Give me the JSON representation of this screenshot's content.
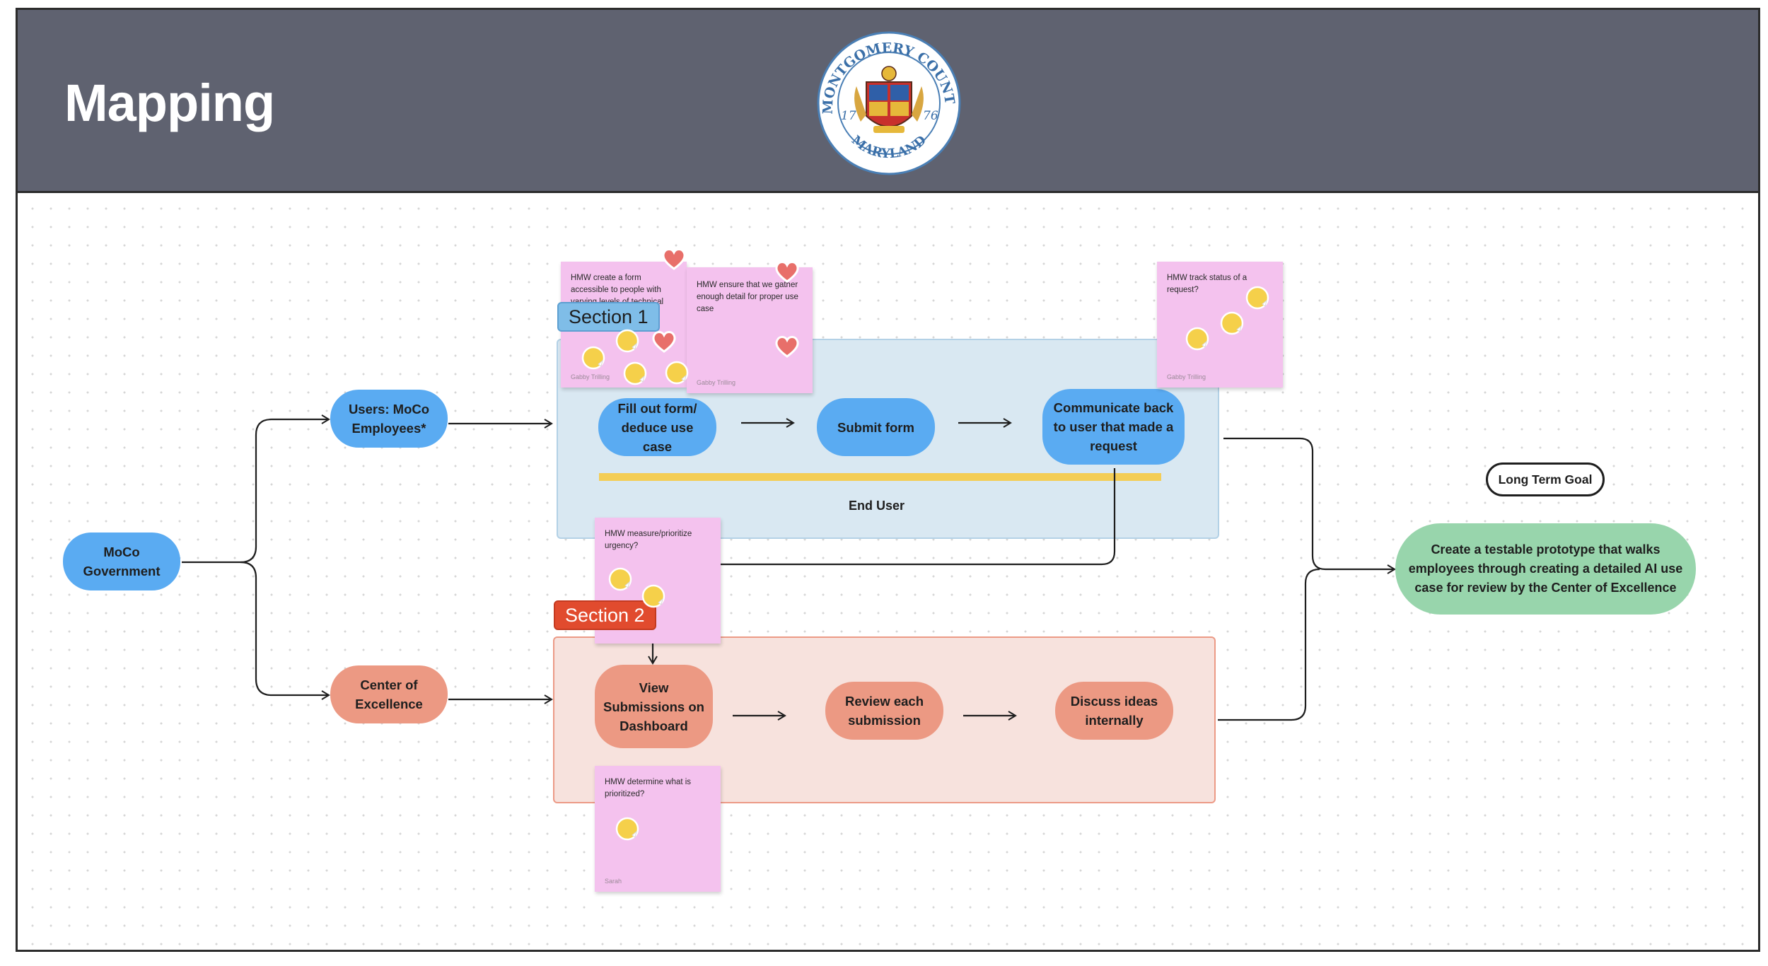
{
  "header": {
    "title": "Mapping",
    "seal_text_top": "MONTGOMERY COUNTY",
    "seal_text_bottom": "MARYLAND",
    "seal_year_left": "17",
    "seal_year_right": "76"
  },
  "nodes": {
    "moco_government": "MoCo\nGovernment",
    "users": "Users: MoCo\nEmployees*",
    "center": "Center of\nExcellence",
    "fill_form": "Fill out form/\ndeduce use case",
    "submit_form": "Submit form",
    "communicate": "Communicate back\nto user that made a\nrequest",
    "view_submissions": "View\nSubmissions on\nDashboard",
    "review": "Review each\nsubmission",
    "discuss": "Discuss ideas\ninternally",
    "long_term_goal": "Long Term Goal",
    "goal": "Create a testable prototype that walks\nemployees through creating a detailed AI use\ncase for review by the Center of Excellence"
  },
  "sections": {
    "section1": "Section 1",
    "section2": "Section 2",
    "end_user": "End User"
  },
  "stickies": [
    {
      "text": "HMW create a form accessible to people with varying levels of technical",
      "author": "Gabby Trilling"
    },
    {
      "text": "HMW ensure that we gather enough detail for proper use case",
      "author": "Gabby Trilling"
    },
    {
      "text": "HMW track status of a request?",
      "author": "Gabby Trilling"
    },
    {
      "text": "HMW measure/prioritize urgency?",
      "author": ""
    },
    {
      "text": "HMW determine what is prioritized?",
      "author": "Sarah"
    }
  ],
  "colors": {
    "header": "#5f6270",
    "blue_node": "#5aabf2",
    "salmon_node": "#ec9983",
    "green_node": "#98d5ac",
    "sticky": "#f4c2ee",
    "sticker_yellow": "#f5d04a",
    "heart": "#e86f6a"
  },
  "icons": {
    "seal": "montgomery-county-seal",
    "sticker": "yellow-circle-sticker",
    "heart": "heart-sticker"
  }
}
